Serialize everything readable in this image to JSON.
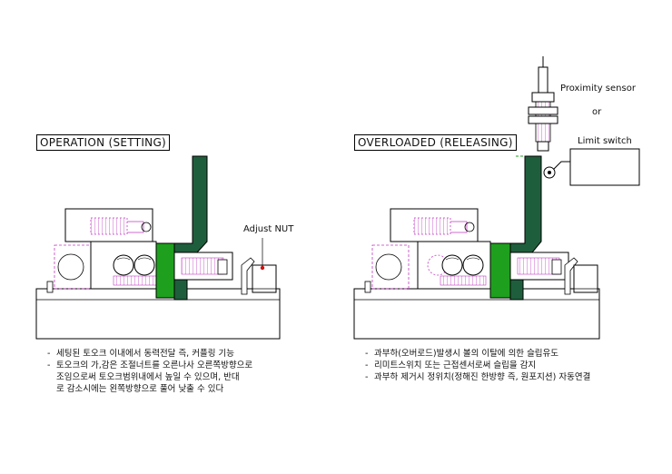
{
  "panels": {
    "left": {
      "title": "OPERATION (SETTING)",
      "label_adjust_nut": "Adjust NUT",
      "notes": [
        "세팅된 토오크 이내에서 동력전달 즉, 커플링 기능",
        "토오크의 가,감은 조절너트를 오른나사 오른쪽방향으로",
        "조임으로써 토오크범위내에서 높일 수 있으며, 반대",
        "로 감소시에는 왼쪽방향으로 풀어 낮출 수 있다"
      ]
    },
    "right": {
      "title": "OVERLOADED (RELEASING)",
      "label_proximity": "Proximity sensor",
      "label_or": "or",
      "label_limit": "Limit switch",
      "notes": [
        "과부하(오버로드)발생시 볼의 이탈에 의한 슬립유도",
        "리미트스위치 또는 근접센서로써 슬립을 감지",
        "과부하 제거시 정위치(정해진 한방향 즉, 원포지션) 자동연결"
      ]
    }
  },
  "colors": {
    "green_plate": "#1f5e3c",
    "green_hub": "#1ea01e",
    "outline": "#000000",
    "hidden_line": "#c23bc2",
    "adjust_dot": "#d01010"
  }
}
